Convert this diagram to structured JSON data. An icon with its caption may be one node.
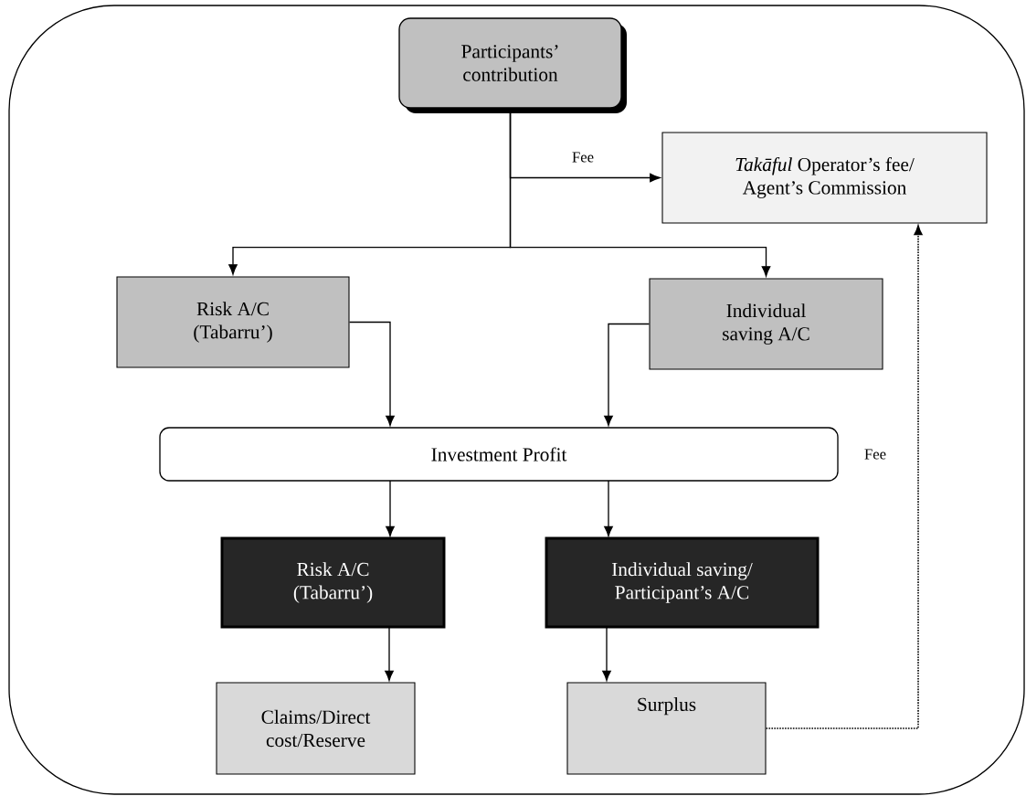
{
  "diagram": {
    "nodes": [
      {
        "text": [
          "Participants’ contribution"
        ]
      },
      {
        "text": [
          "*Takāful* Operator’s fee/ Agent’s Commission"
        ]
      },
      {
        "text": [
          "Risk A/C (Tabarru’)"
        ]
      },
      {
        "text": [
          "Individual saving A/C"
        ]
      },
      {
        "text": [
          "Investment Profit"
        ]
      },
      {
        "text": [
          "Risk A/C (Tabarru’)"
        ]
      },
      {
        "text": [
          "Individual saving/ Participant’s A/C"
        ]
      },
      {
        "text": [
          "Claims/Direct cost/Reserve"
        ]
      },
      {
        "text": [
          "Surplus"
        ]
      }
    ],
    "edges": [
      {
        "from": 0,
        "to": 1,
        "arrow": "to",
        "label": "Fee"
      },
      {
        "from": 0,
        "to": 2,
        "arrow": "to"
      },
      {
        "from": 0,
        "to": 3,
        "arrow": "to"
      },
      {
        "from": 2,
        "to": 4,
        "arrow": "to"
      },
      {
        "from": 3,
        "to": 4,
        "arrow": "to"
      },
      {
        "from": 4,
        "to": 5,
        "arrow": "to"
      },
      {
        "from": 4,
        "to": 6,
        "arrow": "to"
      },
      {
        "from": 5,
        "to": 7,
        "arrow": "to"
      },
      {
        "from": 6,
        "to": 8,
        "arrow": "to"
      },
      {
        "from": 8,
        "to": 1,
        "arrow": "to",
        "style": "dashed"
      }
    ],
    "labels": [
      "Fee"
    ]
  }
}
